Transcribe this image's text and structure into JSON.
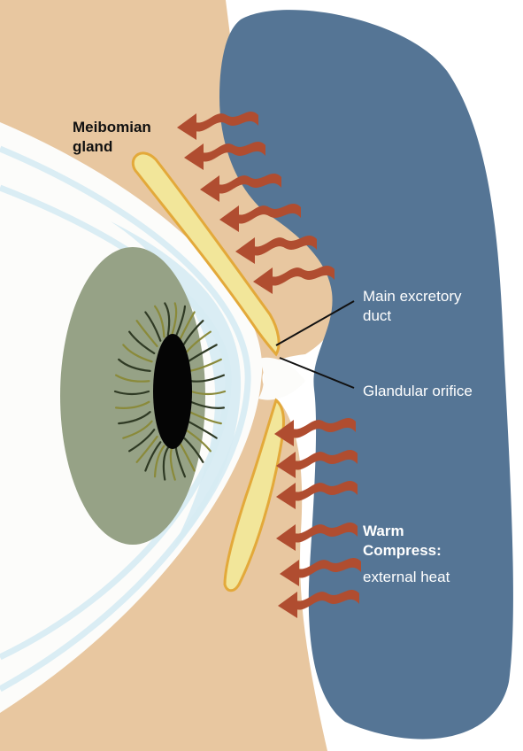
{
  "labels": {
    "meibomian_gland": [
      "Meibomian",
      "gland"
    ],
    "main_excretory_duct": [
      "Main excretory",
      "duct"
    ],
    "glandular_orifice": "Glandular orifice",
    "warm_compress_title": [
      "Warm",
      "Compress:"
    ],
    "warm_compress_subtitle": "external heat"
  },
  "colors": {
    "skin": "#E8C7A0",
    "compress": "#557595",
    "sclera": "#FCFCFA",
    "cornea": "#D6EBF3",
    "iris": "#96A286",
    "pupil": "#050505",
    "gland_fill": "#F2E69A",
    "gland_outline": "#E3A93A",
    "heat_arrow": "#B04D30",
    "leader_line": "#111111"
  },
  "icons": {
    "heat_arrow": "wavy-arrow-icon"
  }
}
